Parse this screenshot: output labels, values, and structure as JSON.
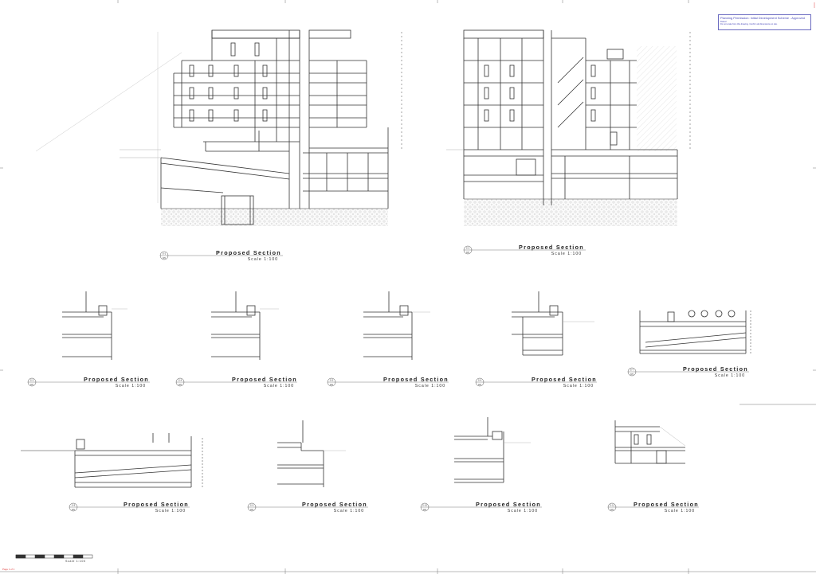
{
  "stamp": {
    "title": "Planning Permission: Initial Development Scheme - Approved",
    "line1": "Dated",
    "line2": "Do not scale from this drawing. Confirm all dimensions on site."
  },
  "large_sections": [
    {
      "id": "sec-1",
      "title": "Proposed Section",
      "scale": "Scale 1:100",
      "bubble_top": "S-1",
      "bubble_bottom": "D5"
    },
    {
      "id": "sec-2",
      "title": "Proposed Section",
      "scale": "Scale 1:100",
      "bubble_top": "S-2",
      "bubble_bottom": "D5"
    }
  ],
  "row2_sections": [
    {
      "id": "sec-3",
      "title": "Proposed Section",
      "scale": "Scale 1:100",
      "bubble_top": "S-3",
      "bubble_bottom": "D5"
    },
    {
      "id": "sec-4",
      "title": "Proposed Section",
      "scale": "Scale 1:100",
      "bubble_top": "S-4",
      "bubble_bottom": "D5"
    },
    {
      "id": "sec-5",
      "title": "Proposed Section",
      "scale": "Scale 1:100",
      "bubble_top": "S-5",
      "bubble_bottom": "D5"
    },
    {
      "id": "sec-6",
      "title": "Proposed Section",
      "scale": "Scale 1:100",
      "bubble_top": "S-6",
      "bubble_bottom": "D5"
    },
    {
      "id": "sec-7",
      "title": "Proposed Section",
      "scale": "Scale 1:100",
      "bubble_top": "S-7",
      "bubble_bottom": "D5"
    }
  ],
  "row3_sections": [
    {
      "id": "sec-8",
      "title": "Proposed Section",
      "scale": "Scale 1:100",
      "bubble_top": "S-8",
      "bubble_bottom": "D5"
    },
    {
      "id": "sec-9",
      "title": "Proposed Section",
      "scale": "Scale 1:100",
      "bubble_top": "S-9",
      "bubble_bottom": "D5"
    },
    {
      "id": "sec-10",
      "title": "Proposed Section",
      "scale": "Scale 1:100",
      "bubble_top": "S-10",
      "bubble_bottom": "D5"
    },
    {
      "id": "sec-11",
      "title": "Proposed Section",
      "scale": "Scale 1:100",
      "bubble_top": "S-11",
      "bubble_bottom": "D5"
    }
  ],
  "scalebar": {
    "label": "Scale 1:100"
  },
  "corner_note": "Page 1 of 1",
  "colors": {
    "line": "#333333",
    "stamp": "#4646b8",
    "hatch": "#c8c8c8"
  }
}
